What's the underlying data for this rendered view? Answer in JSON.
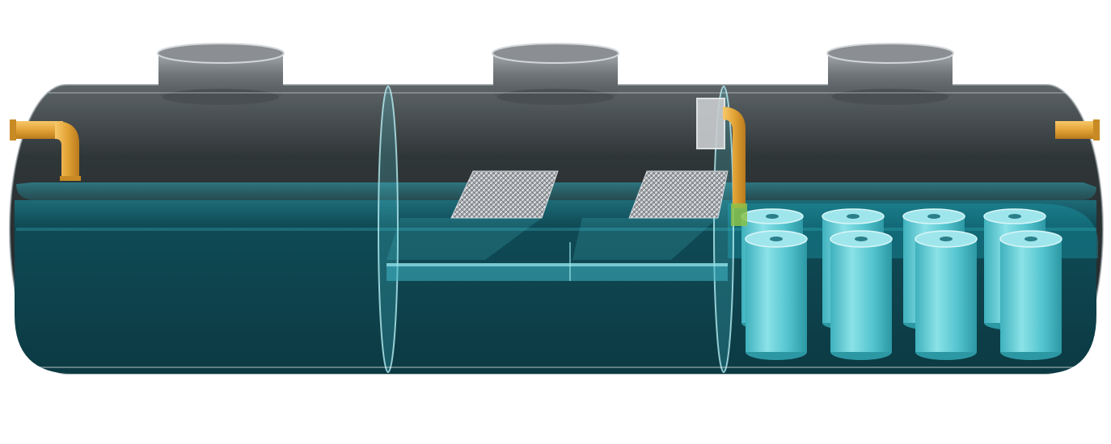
{
  "diagram": {
    "subject": "",
    "chambers": [
      {
        "id": "chamber-1",
        "contents": "settling"
      },
      {
        "id": "chamber-2",
        "contents": "lamella-packs"
      },
      {
        "id": "chamber-3",
        "contents": "filter-cartridges"
      }
    ],
    "manhole_count": 3,
    "lamella_pack_count": 2,
    "filter_cartridge_rows": 2,
    "filter_cartridges_per_row": 4,
    "colors": {
      "tank_shell": "#2f3638",
      "water": "#0f4a55",
      "water_highlight": "#2fb8c9",
      "cartridge": "#55c9d3",
      "pipe": "#e3a437",
      "manhole": "#8b8f93",
      "lamella": "#b9bcbf"
    },
    "icons": [
      "inlet-pipe-icon",
      "outlet-pipe-icon",
      "manhole-icon",
      "lamella-icon",
      "filter-cartridge-icon"
    ]
  }
}
